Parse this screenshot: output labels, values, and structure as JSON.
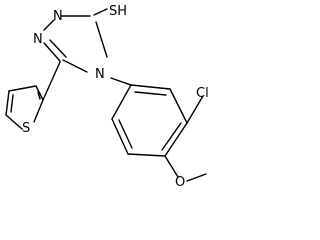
{
  "labels": {
    "thiol": "SH",
    "n1": "N",
    "n2": "N",
    "n4": "N",
    "thiophene_s": "S",
    "chloro": "Cl",
    "methoxy_o": "O"
  },
  "colors": {
    "background": "#ffffff",
    "ink": "#000000"
  }
}
